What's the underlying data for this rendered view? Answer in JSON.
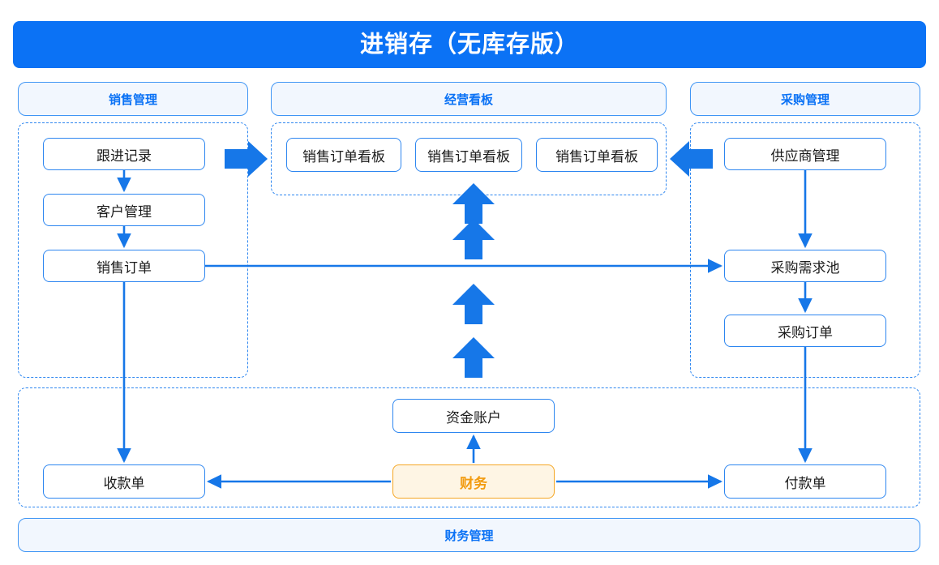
{
  "header": {
    "title": "进销存（无库存版）",
    "bg_color": "#0B72F5",
    "text_color": "#FFFFFF"
  },
  "colors": {
    "primary_blue": "#0B72F5",
    "node_border_blue": "#2D86F0",
    "pill_bg": "#F2F7FE",
    "accent_orange_border": "#F5A623",
    "accent_orange_bg": "#FEF5E4",
    "accent_orange_text": "#F29C11",
    "node_text": "#1B1B1B",
    "canvas_bg": "#FFFFFF"
  },
  "sections": {
    "sales": {
      "header_label": "销售管理",
      "nodes": [
        {
          "id": "follow-up-record",
          "label": "跟进记录"
        },
        {
          "id": "customer-management",
          "label": "客户管理"
        },
        {
          "id": "sales-order",
          "label": "销售订单"
        }
      ]
    },
    "board": {
      "header_label": "经营看板",
      "nodes": [
        {
          "id": "sales-order-board-1",
          "label": "销售订单看板"
        },
        {
          "id": "sales-order-board-2",
          "label": "销售订单看板"
        },
        {
          "id": "sales-order-board-3",
          "label": "销售订单看板"
        }
      ]
    },
    "purchase": {
      "header_label": "采购管理",
      "nodes": [
        {
          "id": "supplier-management",
          "label": "供应商管理"
        },
        {
          "id": "purchase-demand-pool",
          "label": "采购需求池"
        },
        {
          "id": "purchase-order",
          "label": "采购订单"
        }
      ]
    },
    "finance": {
      "header_label": "财务管理",
      "nodes": [
        {
          "id": "fund-account",
          "label": "资金账户"
        },
        {
          "id": "receipt-voucher",
          "label": "收款单"
        },
        {
          "id": "finance-hub",
          "label": "财务",
          "accent": true
        },
        {
          "id": "payment-voucher",
          "label": "付款单"
        }
      ]
    }
  },
  "connectors": [
    {
      "id": "follow-to-customer",
      "kind": "thin-arrow",
      "from": "跟进记录",
      "to": "客户管理",
      "direction": "down"
    },
    {
      "id": "customer-to-sales-order",
      "kind": "thin-arrow",
      "from": "客户管理",
      "to": "销售订单",
      "direction": "down"
    },
    {
      "id": "sales-order-to-demand-pool",
      "kind": "thin-arrow",
      "from": "销售订单",
      "to": "采购需求池",
      "direction": "right"
    },
    {
      "id": "sales-order-to-receipt",
      "kind": "thin-arrow",
      "from": "销售订单",
      "to": "收款单",
      "direction": "down"
    },
    {
      "id": "supplier-to-demand-pool",
      "kind": "thin-arrow",
      "from": "供应商管理",
      "to": "采购需求池",
      "direction": "down"
    },
    {
      "id": "demand-pool-to-purchase-order",
      "kind": "thin-arrow",
      "from": "采购需求池",
      "to": "采购订单",
      "direction": "down"
    },
    {
      "id": "purchase-order-to-payment",
      "kind": "thin-arrow",
      "from": "采购订单",
      "to": "付款单",
      "direction": "down"
    },
    {
      "id": "finance-to-fund-account",
      "kind": "thin-arrow",
      "from": "财务",
      "to": "资金账户",
      "direction": "up"
    },
    {
      "id": "finance-to-receipt",
      "kind": "thin-arrow",
      "from": "财务",
      "to": "收款单",
      "direction": "left"
    },
    {
      "id": "finance-to-payment",
      "kind": "thin-arrow",
      "from": "财务",
      "to": "付款单",
      "direction": "right"
    },
    {
      "id": "sales-region-to-board",
      "kind": "block-arrow",
      "direction": "right"
    },
    {
      "id": "purchase-region-to-board",
      "kind": "block-arrow",
      "direction": "left"
    },
    {
      "id": "board-feed-1",
      "kind": "block-arrow",
      "direction": "up"
    },
    {
      "id": "board-feed-2",
      "kind": "block-arrow",
      "direction": "up"
    },
    {
      "id": "board-feed-3",
      "kind": "block-arrow",
      "direction": "up"
    },
    {
      "id": "board-feed-4",
      "kind": "block-arrow",
      "direction": "up"
    }
  ]
}
